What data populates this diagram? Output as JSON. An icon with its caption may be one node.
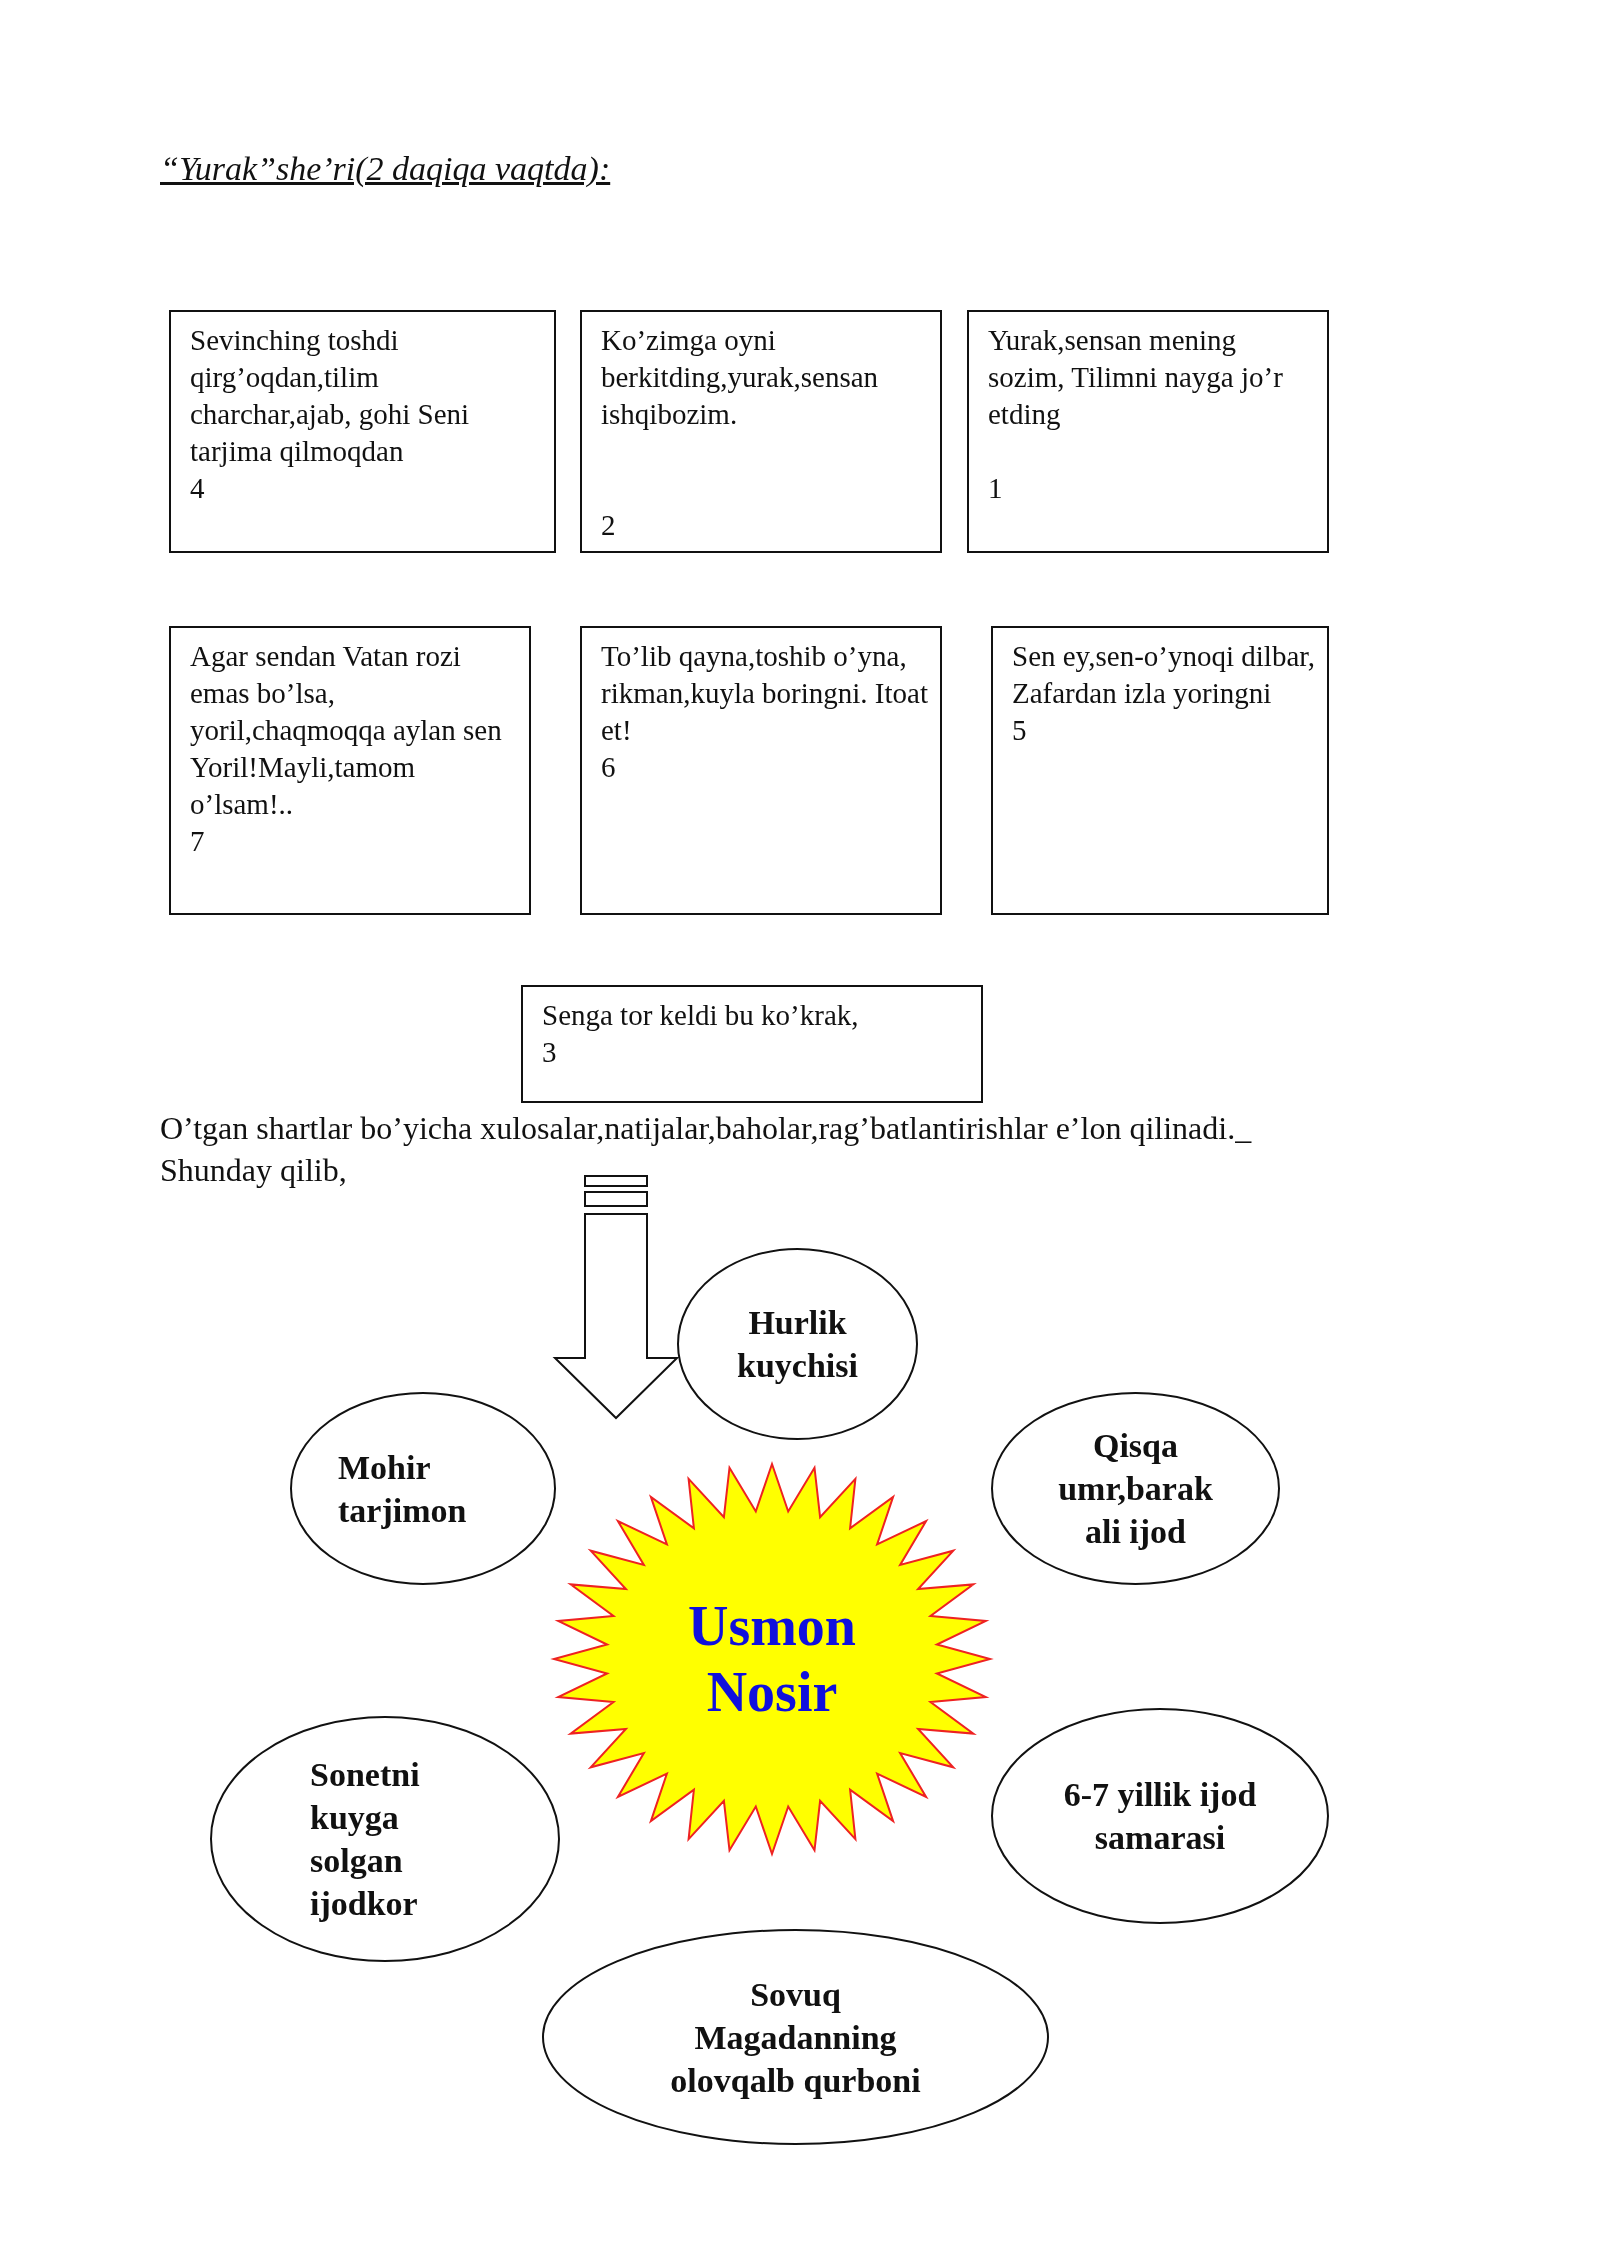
{
  "diagram": {
    "title": "“Yurak”she’ri(2 daqiqa vaqtda):",
    "nodes": [
      {
        "text": [
          "Sevinching toshdi qirg’oqdan,tilim charchar,ajab, gohi Seni tarjima qilmoqdan",
          "4"
        ]
      },
      {
        "text": [
          "Ko’zimga oyni berkitding,yurak,sensan ishqibozim.",
          "2"
        ]
      },
      {
        "text": [
          "Yurak,sensan mening sozim, Tilimni nayga jo’r etding",
          "1"
        ]
      },
      {
        "text": [
          "Agar sendan Vatan rozi emas bo’lsa, yoril,chaqmoqqa aylan sen Yoril!Mayli,tamom o’lsam!..",
          "7"
        ]
      },
      {
        "text": [
          "To’lib qayna,toshib o’yna, rikman,kuyla boringni. Itoat et!",
          "6"
        ]
      },
      {
        "text": [
          "Sen ey,sen-o’ynoqi dilbar, Zafardan izla yoringni",
          "5"
        ]
      },
      {
        "text": [
          "Senga tor keldi bu ko’krak,",
          "3"
        ]
      },
      {
        "text": [
          "Hurlik kuychisi"
        ]
      },
      {
        "text": [
          "Mohir tarjimon"
        ]
      },
      {
        "text": [
          "Qisqa umr,barakali ijod"
        ]
      },
      {
        "text": [
          "Usmon Nosir"
        ]
      },
      {
        "text": [
          "Sonetni kuyga solgan ijodkor"
        ]
      },
      {
        "text": [
          "6-7 yillik ijod samarasi"
        ]
      },
      {
        "text": [
          "Sovuq Magadanning olovqalb qurboni"
        ]
      }
    ],
    "labels": [
      "O’tgan shartlar bo’yicha xulosalar,natijalar,baholar,rag’batlantirishlar e’lon qilinadi._",
      "Shunday qilib,"
    ]
  }
}
